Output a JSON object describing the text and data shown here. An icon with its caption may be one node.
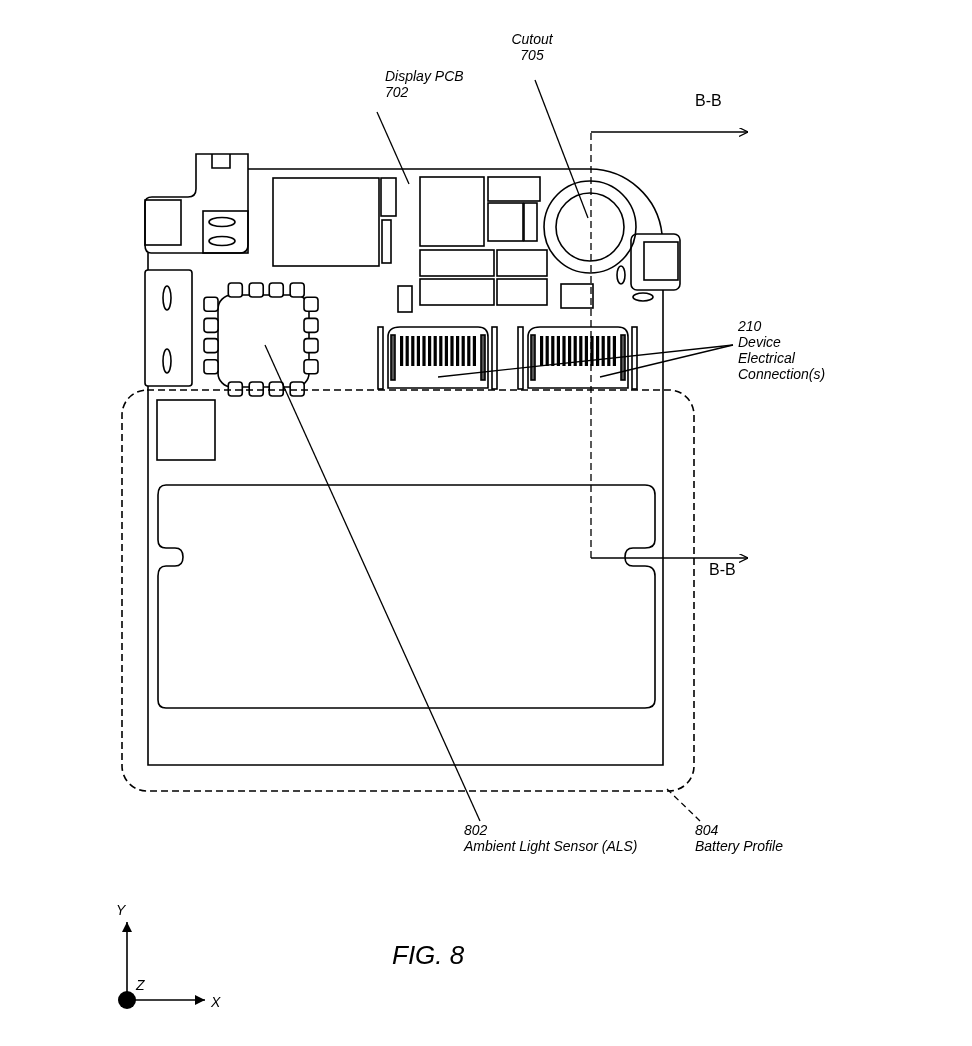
{
  "diagram": {
    "caption": "FIG. 8",
    "nodes": [
      {
        "text": [
          "Display PCB",
          "702"
        ]
      },
      {
        "text": [],
        "shape": "picture"
      },
      {
        "text": [
          "Cutout",
          "705"
        ]
      },
      {
        "text": [],
        "shape": "circle",
        "in": 1
      },
      {
        "text": [],
        "shape": "box",
        "in": 1
      },
      {
        "text": [],
        "shape": "picture",
        "in": 1
      },
      {
        "text": [],
        "shape": "picture",
        "in": 1
      },
      {
        "text": [
          "210",
          "Device Electrical Connection(s)"
        ]
      },
      {
        "text": [
          "802",
          "Ambient Light Sensor (ALS)"
        ]
      },
      {
        "text": [
          "804",
          "Battery Profile"
        ]
      },
      {
        "text": [],
        "shape": "box"
      }
    ],
    "edges": [
      {
        "from": 0,
        "to": 1,
        "arrow": "none"
      },
      {
        "from": 2,
        "to": 3,
        "arrow": "none"
      },
      {
        "from": 7,
        "to": 5,
        "arrow": "none"
      },
      {
        "from": 7,
        "to": 6,
        "arrow": "none"
      },
      {
        "from": 8,
        "to": 4,
        "arrow": "none"
      },
      {
        "from": 9,
        "to": 10,
        "arrow": "none",
        "style": "dashed"
      }
    ],
    "labels": [
      "B-B",
      "B-B",
      "Y",
      "Z",
      "X"
    ]
  }
}
